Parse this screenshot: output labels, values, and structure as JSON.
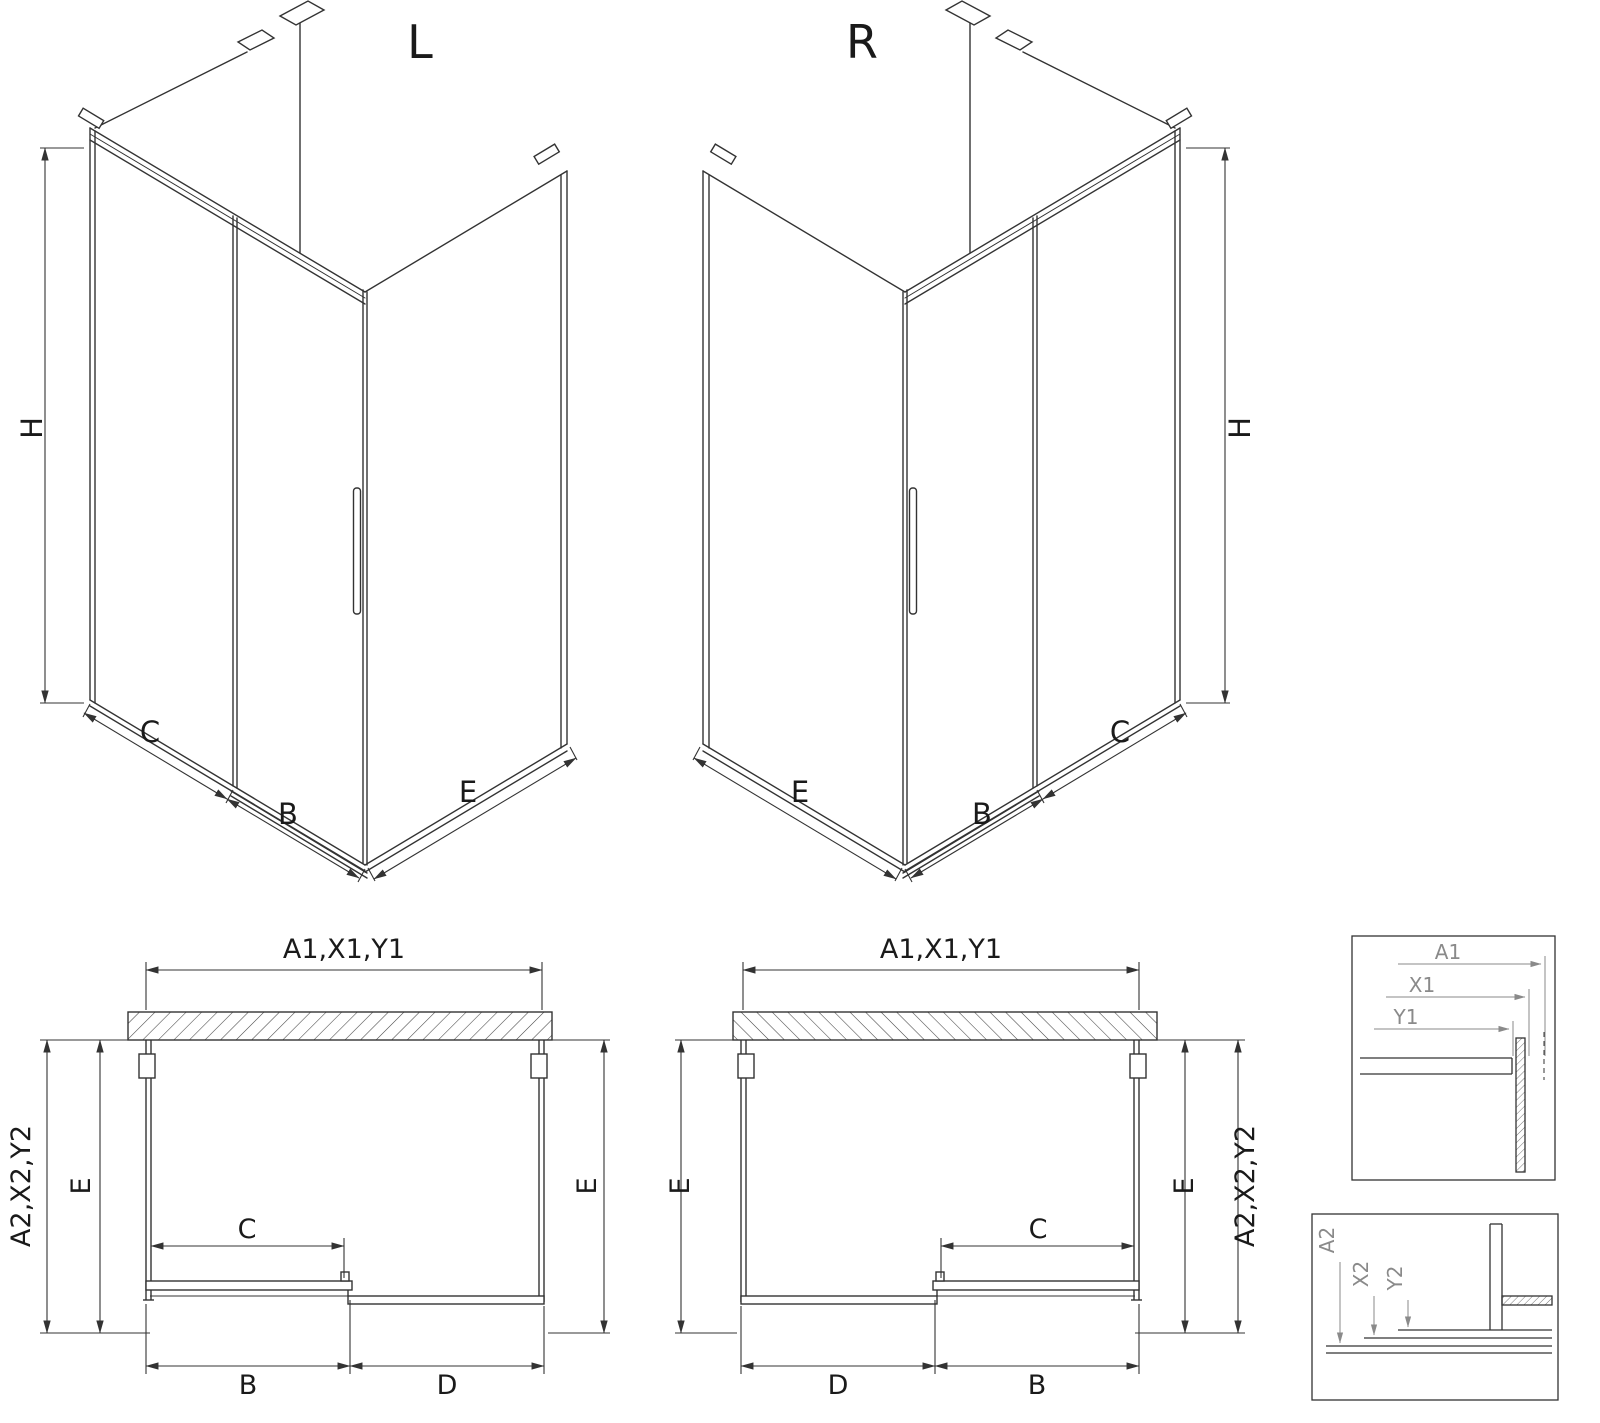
{
  "drawing": {
    "iso_left": {
      "title": "L",
      "dim_height": "H",
      "dim_side": "C",
      "dim_door": "B",
      "dim_return": "E"
    },
    "iso_right": {
      "title": "R",
      "dim_height": "H",
      "dim_side": "C",
      "dim_door": "B",
      "dim_return": "E"
    },
    "plan_left": {
      "dim_top": "A1,X1,Y1",
      "dim_outer": "A2,X2,Y2",
      "dim_depth_left": "E",
      "dim_depth_right": "E",
      "dim_opening": "C",
      "dim_bottom_left": "B",
      "dim_bottom_right": "D"
    },
    "plan_right": {
      "dim_top": "A1,X1,Y1",
      "dim_outer": "A2,X2,Y2",
      "dim_depth_left": "E",
      "dim_depth_right": "E",
      "dim_opening": "C",
      "dim_bottom_left": "D",
      "dim_bottom_right": "B"
    },
    "detail_top": {
      "labels": [
        "A1",
        "X1",
        "Y1"
      ]
    },
    "detail_bottom": {
      "labels": [
        "A2",
        "X2",
        "Y2"
      ]
    }
  },
  "colors": {
    "line": "#333333",
    "detail_label": "#8a8a8a",
    "background": "#ffffff"
  }
}
